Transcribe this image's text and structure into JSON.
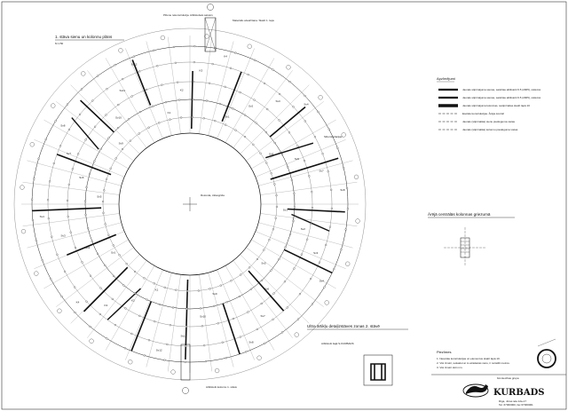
{
  "sheet": {
    "title_main": "1. stāva sienu un kolonnu plāns",
    "title_scale": "M 1:50",
    "center_label": "Rotonda, zālesgrīda",
    "heat_title": "Siltumizolācijas",
    "detail_column_title": "Ārējā centrālās kolonnas griezumā",
    "detail_zone_title": "Ultra ārtikļu detaļizstāves zonas 2. stāvē",
    "detail_zone_note": "Atbilstoši šajā S-KURBADS",
    "nav_top_note": "Piltone rekonstrukcija. Atbilstošais satvars",
    "nav_top_note2": "Materiālu atvairīšana. Skatīt 1. lapu",
    "nav_bottom_note": "Atbilstoši kolonnu 1. stāvā",
    "legend_title": "Apzīmējumi",
    "legend_items": [
      "Jaunās stiprinājuma sienas, saistītas atbilstoši 6.5 (2005), sistēmā",
      "Jaunās stiprinājuma sienas, saistītas atbilstoši 6.5 (2005), sistēmā",
      "Jaunās stiprinājuma kolonnas, iestiprinātas skatīt lapā 10",
      "Esošās konstrukcijas. Ārējie kontūri",
      "Jaunās (stiprinātās) sienu pieslēguma vietas",
      "Jaunās (stiprinātās) kolonnu pieslēguma vietas"
    ],
    "notes_title": "Piezīmes",
    "notes": [
      "1. Nesošās konstrukcijas un elementus skatīt lapā 10.",
      "2. Visi izmēri, ieskaitot ar to atrašanās vietu, ir norādīti metros.",
      "3. Visi izmēri doti mm."
    ],
    "brand_tag": "būvniecības grupa",
    "brand_name": "KURBADS",
    "brand_addr1": "Rīga, Jūras iela 12a-17",
    "brand_addr2": "Tel. 67000000, fax 67000001",
    "marks": [
      "Sv1",
      "Sv2",
      "Sv3",
      "Sv4",
      "Sv5",
      "Sv6",
      "Sv7",
      "Sv8",
      "Sv9",
      "Sv10",
      "Sv11",
      "Sv12",
      "K1",
      "K2",
      "K3",
      "K4"
    ],
    "colors": {
      "ink": "#111111",
      "paper": "#ffffff",
      "frame": "#333333"
    }
  }
}
